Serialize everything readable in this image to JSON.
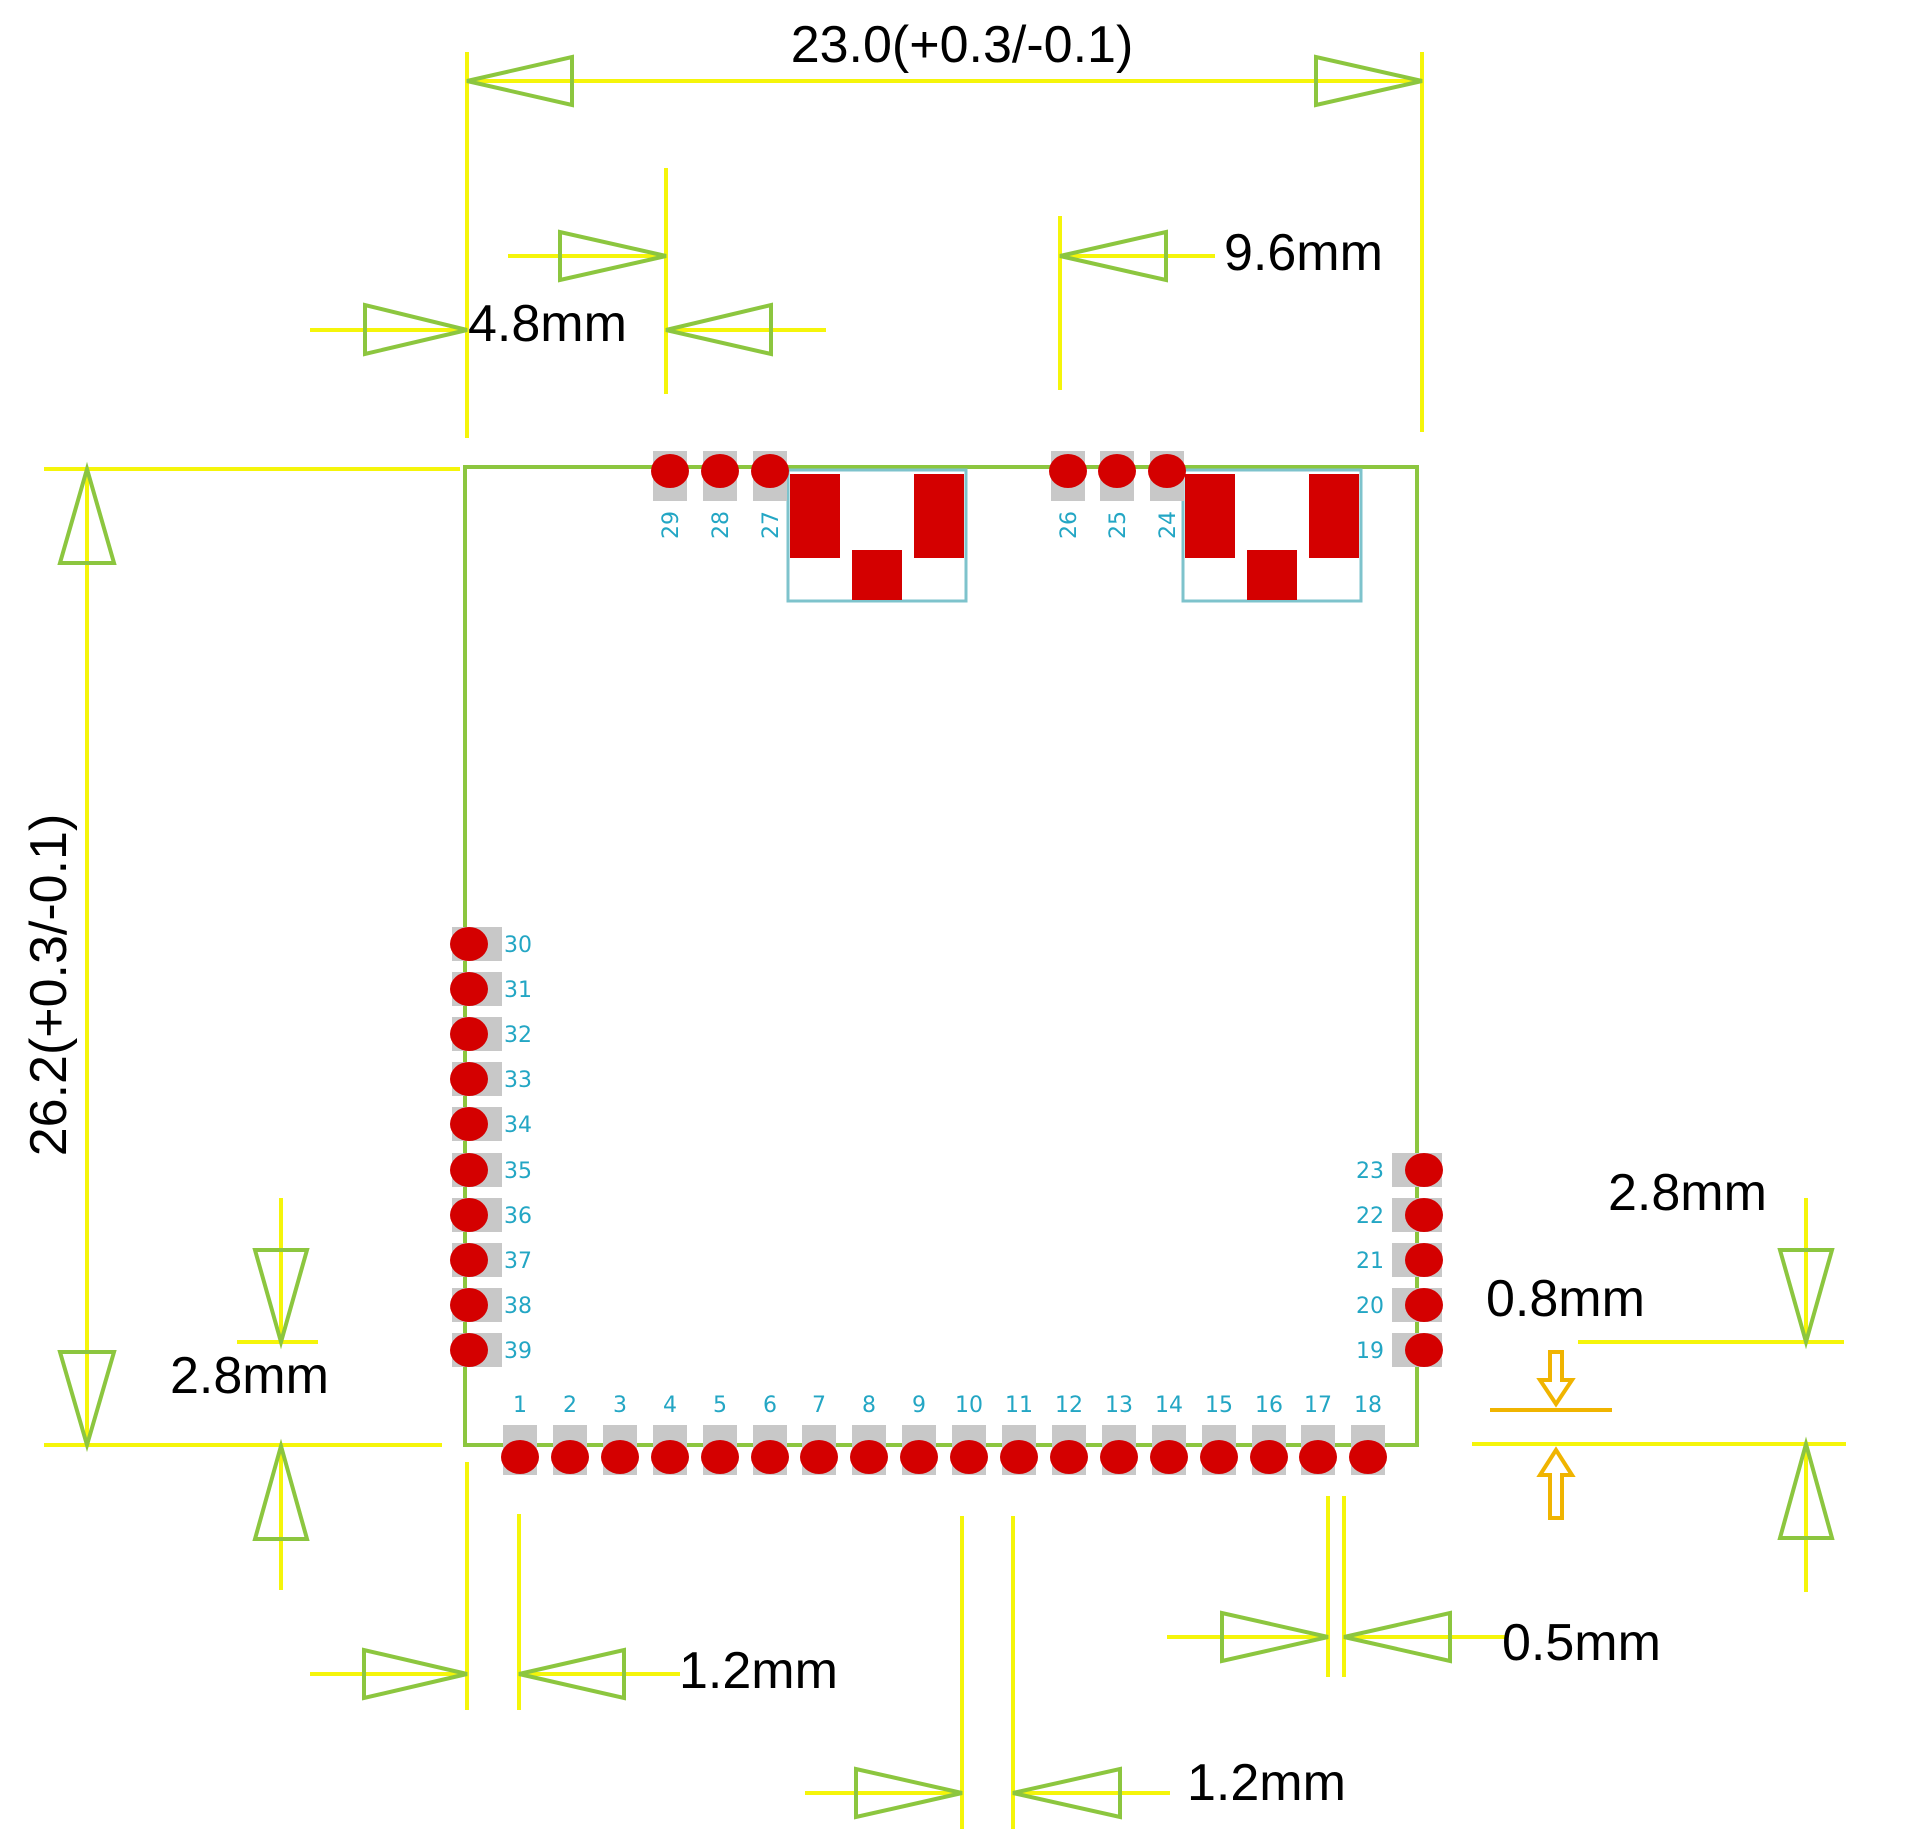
{
  "dimensions": {
    "width": "23.0(+0.3/-0.1)",
    "height": "26.2(+0.3/-0.1)",
    "top_left_offset": "4.8mm",
    "top_right_offset": "9.6mm",
    "left_bottom_offset": "2.8mm",
    "right_bottom_offset": "2.8mm",
    "pad_length": "0.8mm",
    "bottom_left_pitch_start": "1.2mm",
    "bottom_pitch": "1.2mm",
    "bottom_right_gap": "0.5mm"
  },
  "pins": {
    "top_group_a": [
      "29",
      "28",
      "27"
    ],
    "top_group_b": [
      "26",
      "25",
      "24"
    ],
    "left": [
      "30",
      "31",
      "32",
      "33",
      "34",
      "35",
      "36",
      "37",
      "38",
      "39"
    ],
    "right": [
      "23",
      "22",
      "21",
      "20",
      "19"
    ],
    "bottom": [
      "1",
      "2",
      "3",
      "4",
      "5",
      "6",
      "7",
      "8",
      "9",
      "10",
      "11",
      "12",
      "13",
      "14",
      "15",
      "16",
      "17",
      "18"
    ]
  },
  "colors": {
    "dimension_line": "#f5f50a",
    "arrow": "#8cc63f",
    "outline": "#8cc63f",
    "pad": "#d40000",
    "pad_shadow": "#c8c8c8",
    "pin_label": "#23a6c4",
    "antenna_outline": "#7ec3cc",
    "pad_marker": "#f0b400"
  }
}
